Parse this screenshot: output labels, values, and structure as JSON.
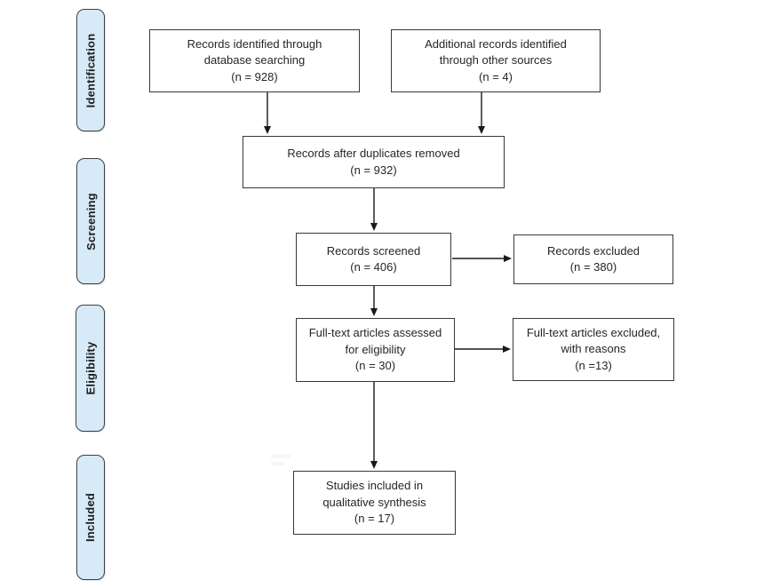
{
  "diagram_type": "PRISMA flow diagram",
  "sidebar": {
    "stages": [
      {
        "label": "Identification"
      },
      {
        "label": "Screening"
      },
      {
        "label": "Eligibility"
      },
      {
        "label": "Included"
      }
    ]
  },
  "flow": {
    "identified_db": {
      "text": "Records identified through\ndatabase searching\n(n = 928)"
    },
    "identified_other": {
      "text": "Additional records identified\nthrough other sources\n(n = 4)"
    },
    "after_duplicates": {
      "text": "Records after duplicates removed\n(n = 932)"
    },
    "screened": {
      "text": "Records screened\n(n = 406)"
    },
    "excluded": {
      "text": "Records excluded\n(n = 380)"
    },
    "fulltext_assessed": {
      "text": "Full-text articles assessed\nfor eligibility\n(n = 30)"
    },
    "fulltext_excluded": {
      "text": "Full-text articles excluded,\nwith reasons\n(n =13)"
    },
    "included_qualitative": {
      "text": "Studies included in\nqualitative synthesis\n(n = 17)"
    }
  },
  "colors": {
    "stage_fill": "#d6eaf8",
    "stage_border": "#3f3f3f",
    "box_border": "#383838",
    "arrow_color": "#1a1a1a",
    "text_color": "#262626"
  }
}
